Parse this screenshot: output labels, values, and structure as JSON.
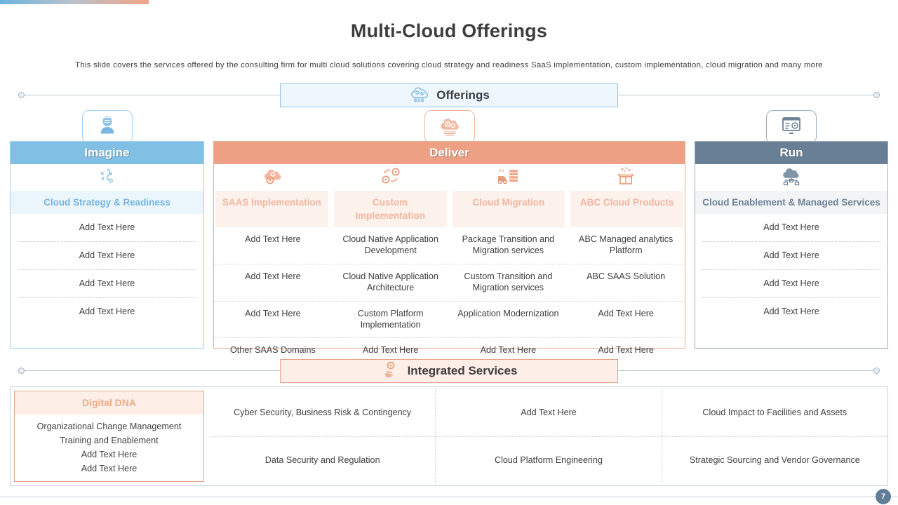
{
  "slide": {
    "title": "Multi-Cloud Offerings",
    "subtitle": "This slide covers the services offered  by the consulting firm for multi cloud solutions covering  cloud strategy and readiness SaaS implementation, custom implementation, cloud migration and many more",
    "page_number": "7"
  },
  "colors": {
    "blue": "#82bfe5",
    "peach": "#eda083",
    "slate": "#687f96",
    "band_blue_bg": "#eef7fd",
    "band_peach_bg": "#fdeee7",
    "cat_blue_text": "#7ab4dd",
    "cat_slate_text": "#6d8298",
    "cat_peach_text": "#f0b69f",
    "dna_border": "#e2a887",
    "page_badge": "#5f7d99"
  },
  "banners": {
    "offerings": {
      "label": "Offerings",
      "icon": "cloud-servers-icon"
    },
    "integrated_services": {
      "label": "Integrated Services",
      "icon": "hand-gear-icon"
    }
  },
  "pillars": {
    "imagine": {
      "header": "Imagine",
      "chip_icon": "person-head-icon",
      "category_icon": "strategy-playbook-icon",
      "category": "Cloud Strategy & Readiness",
      "items": [
        "Add Text Here",
        "Add Text Here",
        "Add Text Here",
        "Add Text Here"
      ]
    },
    "deliver": {
      "header": "Deliver",
      "chip_icon": "cloud-gears-icon",
      "columns": [
        {
          "icon": "cloud-gear-icon",
          "label": "SAAS Implementation",
          "items": [
            "Add Text Here",
            "Add Text Here",
            "Add Text Here",
            "Other SAAS Domains"
          ]
        },
        {
          "icon": "gears-cycle-icon",
          "label": "Custom Implementation",
          "items": [
            "Cloud Native Application Development",
            "Cloud Native Application Architecture",
            "Custom Platform Implementation",
            "Add Text Here"
          ]
        },
        {
          "icon": "server-migration-truck-icon",
          "label": "Cloud Migration",
          "items": [
            "Package Transition and Migration services",
            "Custom Transition and Migration services",
            "Application Modernization",
            "Add Text Here"
          ]
        },
        {
          "icon": "open-box-product-icon",
          "label": "ABC Cloud Products",
          "items": [
            "ABC Managed analytics Platform",
            "ABC SAAS Solution",
            "Add Text Here",
            "Add Text Here"
          ]
        }
      ]
    },
    "run": {
      "header": "Run",
      "chip_icon": "monitor-dashboard-icon",
      "category_icon": "cloud-network-icon",
      "category": "Cloud Enablement & Managed Services",
      "items": [
        "Add Text Here",
        "Add Text Here",
        "Add Text Here",
        "Add Text Here"
      ]
    }
  },
  "integrated_services": {
    "digital_dna": {
      "title": "Digital DNA",
      "items": [
        "Organizational Change Management",
        "Training and Enablement",
        "Add Text Here",
        "Add Text Here"
      ]
    },
    "grid": [
      [
        "Cyber Security, Business Risk & Contingency",
        "Data Security and Regulation"
      ],
      [
        "Add Text Here",
        "Cloud Platform Engineering"
      ],
      [
        "Cloud Impact to Facilities and Assets",
        "Strategic Sourcing and Vendor Governance"
      ]
    ]
  }
}
